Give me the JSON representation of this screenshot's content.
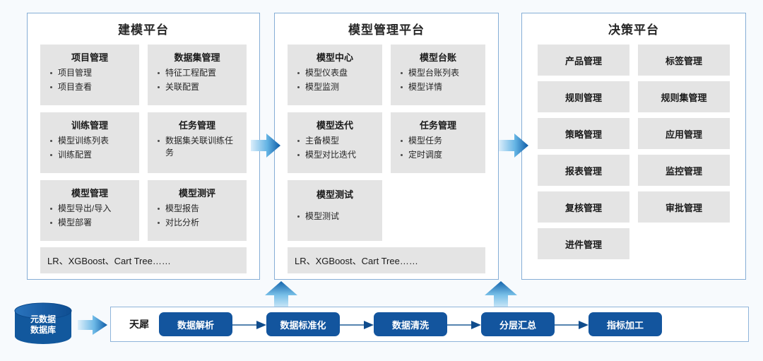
{
  "diagram": {
    "background_color": "#f7fafd",
    "accent_color": "#13559e",
    "panel_border_color": "#86aed6",
    "card_color": "#e4e4e4"
  },
  "panels": [
    {
      "title": "建模平台",
      "cards": [
        {
          "title": "项目管理",
          "items": [
            "项目管理",
            "项目查看"
          ]
        },
        {
          "title": "数据集管理",
          "items": [
            "特征工程配置",
            "关联配置"
          ]
        },
        {
          "title": "训练管理",
          "items": [
            "模型训练列表",
            "训练配置"
          ]
        },
        {
          "title": "任务管理",
          "items": [
            "数据集关联训练任务"
          ]
        },
        {
          "title": "模型管理",
          "items": [
            "模型导出/导入",
            "模型部署"
          ]
        },
        {
          "title": "模型测评",
          "items": [
            "模型报告",
            "对比分析"
          ]
        }
      ],
      "footer": "LR、XGBoost、Cart Tree……"
    },
    {
      "title": "模型管理平台",
      "cards": [
        {
          "title": "模型中心",
          "items": [
            "模型仪表盘",
            "模型监测"
          ]
        },
        {
          "title": "模型台账",
          "items": [
            "模型台账列表",
            "模型详情"
          ]
        },
        {
          "title": "模型迭代",
          "items": [
            "主备模型",
            "模型对比迭代"
          ]
        },
        {
          "title": "任务管理",
          "items": [
            "模型任务",
            "定时调度"
          ]
        },
        {
          "title": "模型测试",
          "items": [
            "模型测试"
          ]
        }
      ],
      "footer": "LR、XGBoost、Cart Tree……"
    },
    {
      "title": "决策平台",
      "tiles": [
        "产品管理",
        "标签管理",
        "规则管理",
        "规则集管理",
        "策略管理",
        "应用管理",
        "报表管理",
        "监控管理",
        "复核管理",
        "审批管理",
        "进件管理"
      ]
    }
  ],
  "data_source": {
    "label_line1": "元数据",
    "label_line2": "数据库"
  },
  "pipeline": {
    "label": "天犀",
    "steps": [
      "数据解析",
      "数据标准化",
      "数据清洗",
      "分层汇总",
      "指标加工"
    ]
  },
  "flow_arrows": {
    "panel1_to_panel2": "arrow-right",
    "panel2_to_panel3": "arrow-right",
    "pipeline_to_panel2": "arrow-up",
    "pipeline_to_panel3": "arrow-up",
    "db_to_pipeline": "arrow-right"
  }
}
